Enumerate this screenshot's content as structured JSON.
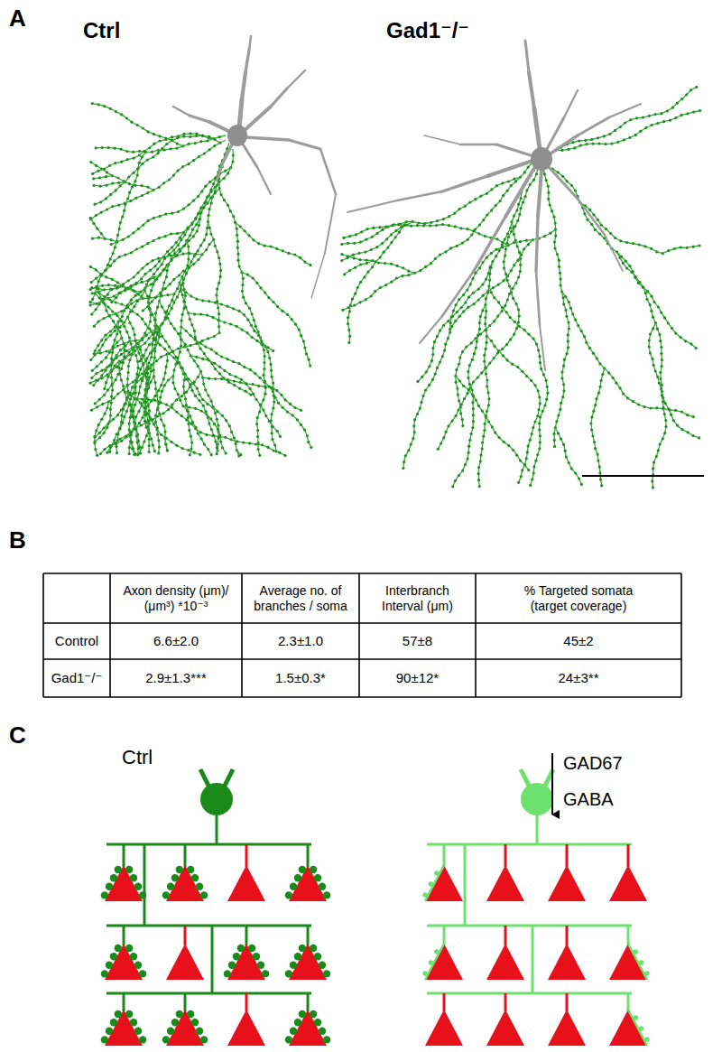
{
  "diagram": {
    "labels": [
      "A",
      "Ctrl",
      "Gad1⁻/⁻",
      "B",
      "Axon density (μm)/ (μm³) *10⁻³",
      "Average no. of branches / soma",
      "Interbranch Interval (μm)",
      "% Targeted somata (target coverage)",
      "Control",
      "6.6±2.0",
      "2.3±1.0",
      "57±8",
      "45±2",
      "Gad1⁻/⁻",
      "2.9±1.3***",
      "1.5±0.3*",
      "90±12*",
      "24±3**",
      "C",
      "Ctrl",
      "GAD67",
      "GABA"
    ]
  }
}
